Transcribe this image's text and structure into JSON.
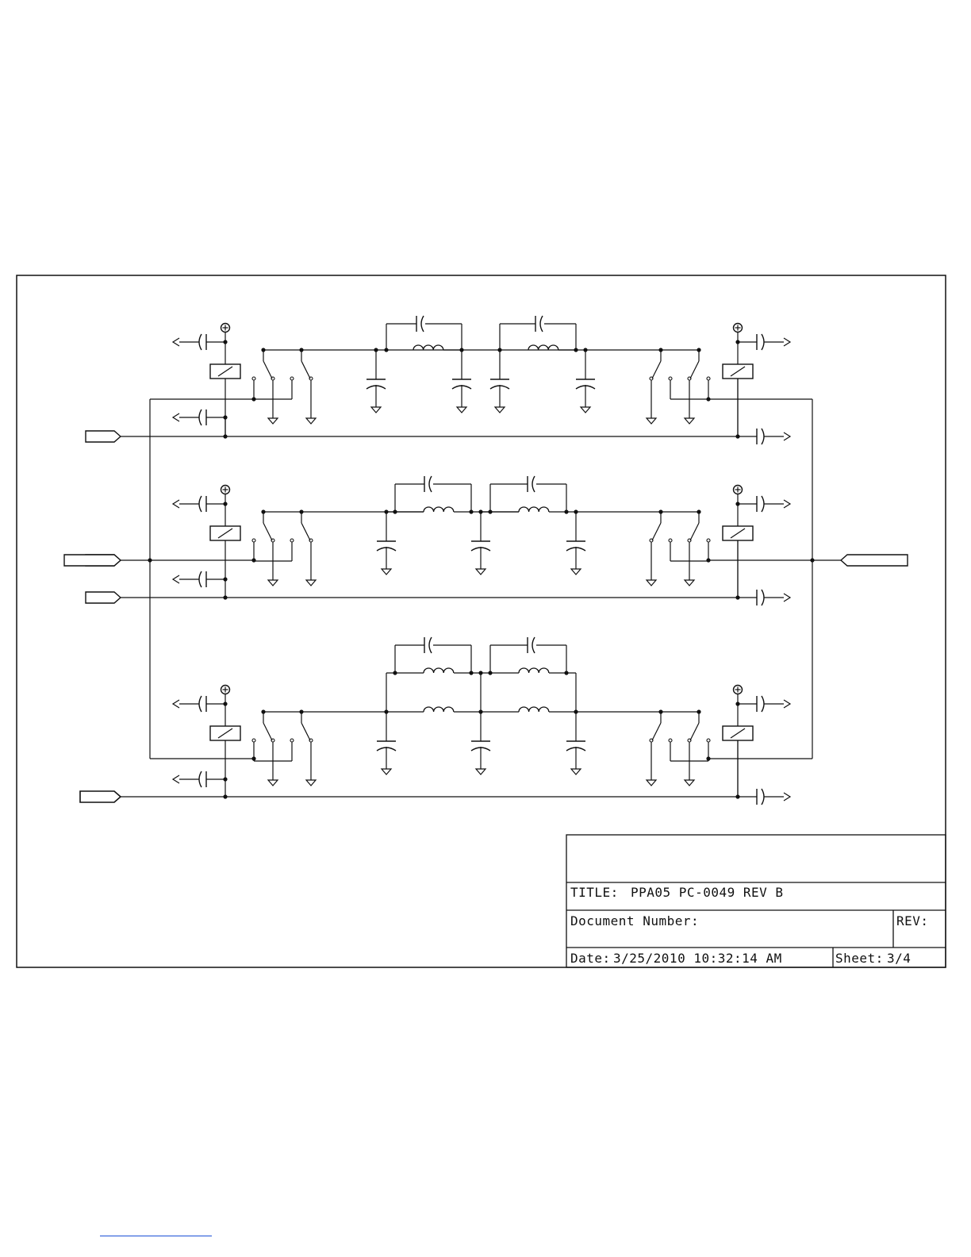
{
  "title_block": {
    "title_label": "TITLE:",
    "title_value": "PPA05 PC-0049 REV B",
    "doc_number_label": "Document Number:",
    "doc_number_value": "",
    "rev_label": "REV:",
    "date_label": "Date:",
    "date_value": "3/25/2010 10:32:14 AM",
    "sheet_label": "Sheet:",
    "sheet_value": "3/4"
  },
  "colors": {
    "ink": "#111111",
    "background": "#ffffff",
    "footer_link": "#1a4fd6"
  },
  "filter_stages": [
    {
      "name": "stage-1",
      "topology": "pi-filter-with-parallel-capacitor-2-section"
    },
    {
      "name": "stage-2",
      "topology": "pi-filter-with-parallel-capacitor-2-section"
    },
    {
      "name": "stage-3",
      "topology": "dual-inductor-pi-filter-with-parallel-capacitor-2-section"
    }
  ]
}
